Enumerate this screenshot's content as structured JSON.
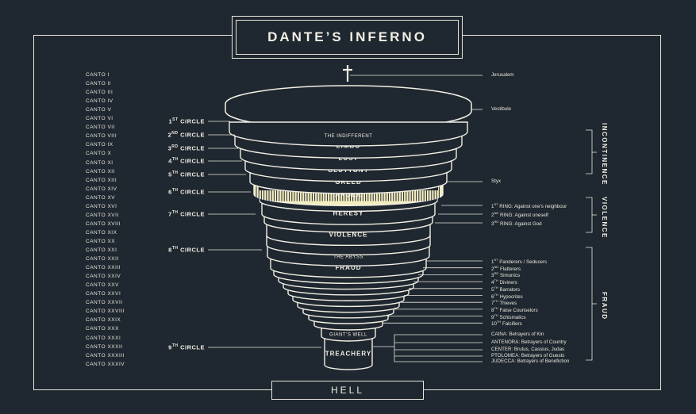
{
  "title": "DANTE’S INFERNO",
  "footer": "HELL",
  "cantos": [
    "CANTO I",
    "CANTO II",
    "CANTO III",
    "CANTO IV",
    "CANTO V",
    "CANTO VI",
    "CANTO VII",
    "CANTO VIII",
    "CANTO IX",
    "CANTO X",
    "CANTO XI",
    "CANTO XII",
    "CANTO XIII",
    "CANTO XIV",
    "CANTO XV",
    "CANTO XVI",
    "CANTO XVII",
    "CANTO XVIII",
    "CANTO XIX",
    "CANTO XX",
    "CANTO XXI",
    "CANTO XXII",
    "CANTO XXIII",
    "CANTO XXIV",
    "CANTO XXV",
    "CANTO XXVI",
    "CANTO XXVII",
    "CANTO XXVIII",
    "CANTO XXIX",
    "CANTO XXX",
    "CANTO XXXI",
    "CANTO XXXII",
    "CANTO XXXIII",
    "CANTO XXXIV"
  ],
  "circles": [
    {
      "num": "1",
      "sup": "ST",
      "word": "CIRCLE"
    },
    {
      "num": "2",
      "sup": "ND",
      "word": "CIRCLE"
    },
    {
      "num": "3",
      "sup": "RD",
      "word": "CIRCLE"
    },
    {
      "num": "4",
      "sup": "TH",
      "word": "CIRCLE"
    },
    {
      "num": "5",
      "sup": "TH",
      "word": "CIRCLE"
    },
    {
      "num": "6",
      "sup": "TH",
      "word": "CIRCLE"
    },
    {
      "num": "7",
      "sup": "TH",
      "word": "CIRCLE"
    },
    {
      "num": "8",
      "sup": "TH",
      "word": "CIRCLE"
    },
    {
      "num": "9",
      "sup": "TH",
      "word": "CIRCLE"
    }
  ],
  "rings": {
    "indifferent": "THE INDIFFERENT",
    "limbo": "LIMBO",
    "lust": "LUST",
    "gluttony": "GLUTTONY",
    "greed": "GREED",
    "anger": "ANGER",
    "heresy": "HERESY",
    "violence": "VIOLENCE",
    "abyss": "THE ABYSS",
    "fraud": "FRAUD",
    "giants_well": "GIANT’S WELL",
    "treachery": "TREACHERY"
  },
  "right_top": {
    "jerusalem": "Jerusalem",
    "vestibule": "Vestibule",
    "styx": "Styx"
  },
  "violence_rings": [
    {
      "num": "1",
      "sup": "ST",
      "text": "RING: Against one’s neighbour"
    },
    {
      "num": "2",
      "sup": "ND",
      "text": "RING: Against oneself"
    },
    {
      "num": "3",
      "sup": "RD",
      "text": "RING: Against God"
    }
  ],
  "fraud_list": [
    {
      "num": "1",
      "sup": "ST",
      "text": "Panderers / Seducers"
    },
    {
      "num": "2",
      "sup": "ND",
      "text": "Flatterers"
    },
    {
      "num": "3",
      "sup": "RD",
      "text": "Simonics"
    },
    {
      "num": "4",
      "sup": "TH",
      "text": "Diviners"
    },
    {
      "num": "5",
      "sup": "TH",
      "text": "Barrators"
    },
    {
      "num": "6",
      "sup": "TH",
      "text": "Hypocrites"
    },
    {
      "num": "7",
      "sup": "TH",
      "text": "Thieves"
    },
    {
      "num": "8",
      "sup": "TH",
      "text": "False Counselors"
    },
    {
      "num": "9",
      "sup": "TH",
      "text": "Schismatics"
    },
    {
      "num": "10",
      "sup": "TH",
      "text": "Falcifiers"
    }
  ],
  "treachery_list": [
    "CAINA: Betrayers of Kin",
    "ANTENORA: Betrayers of Country",
    "CENTER: Brutus, Cassius, Judas",
    "PTOLOMEA: Betrayers of Guests",
    "JUDECCA: Betrayers of Benefiction"
  ],
  "groups": {
    "incontinence": "INCONTINENCE",
    "violence": "VIOLENCE",
    "fraud": "FRAUD"
  },
  "colors": {
    "background": "#1f2730",
    "ink": "#f2efe4",
    "accent": "#f4edc0"
  }
}
